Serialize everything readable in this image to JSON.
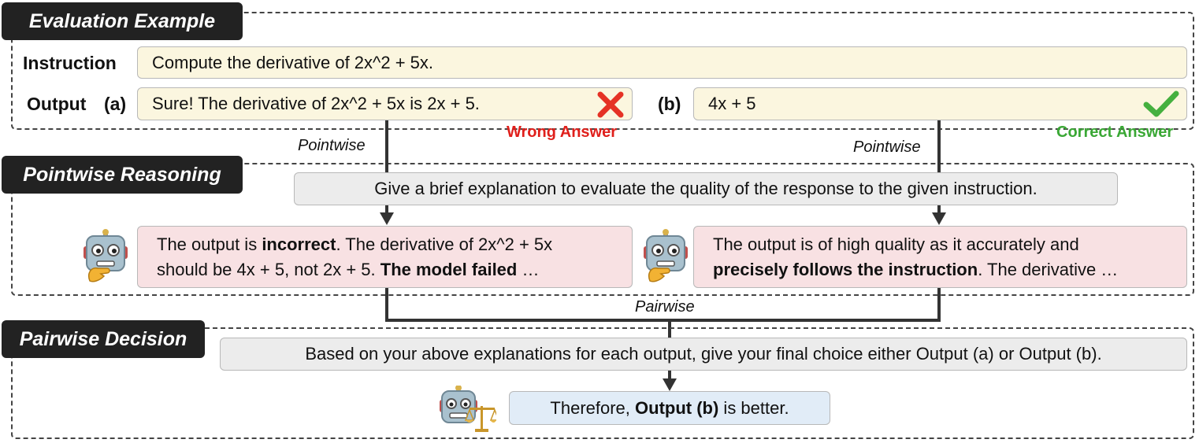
{
  "evaluation": {
    "title": "Evaluation Example",
    "instruction_label": "Instruction",
    "instruction_text": "Compute the derivative of 2x^2 + 5x.",
    "output_label": "Output",
    "a_label": "(a)",
    "b_label": "(b)",
    "output_a": "Sure! The derivative of 2x^2 + 5x is 2x + 5.",
    "output_b": "4x + 5",
    "wrong_label": "Wrong Answer",
    "correct_label": "Correct Answer"
  },
  "edges": {
    "pointwise_left": "Pointwise",
    "pointwise_right": "Pointwise",
    "pairwise": "Pairwise"
  },
  "pointwise": {
    "title": "Pointwise Reasoning",
    "prompt": "Give a brief explanation to evaluate the quality of the response to the given instruction.",
    "left": {
      "l1_a": "The output is ",
      "l1_b": "incorrect",
      "l1_c": ". The derivative of 2x^2 + 5x",
      "l2_a": "should be 4x + 5, not 2x + 5. ",
      "l2_b": "The model failed",
      "l2_c": " …"
    },
    "right": {
      "l1": "The output is of high quality as it accurately and",
      "l2_a": "precisely follows the instruction",
      "l2_b": ". The derivative …"
    }
  },
  "pairwise": {
    "title": "Pairwise Decision",
    "prompt": "Based on your above explanations for each output, give your final choice either Output (a) or Output (b).",
    "result_a": "Therefore, ",
    "result_b": "Output (b)",
    "result_c": " is better."
  },
  "colors": {
    "wrong": "#e0201c",
    "correct": "#3aa835",
    "check": "#45b03f",
    "cross": "#e53225"
  },
  "icons": [
    "cross-icon",
    "check-icon",
    "thinking-robot-icon",
    "judge-robot-icon"
  ]
}
